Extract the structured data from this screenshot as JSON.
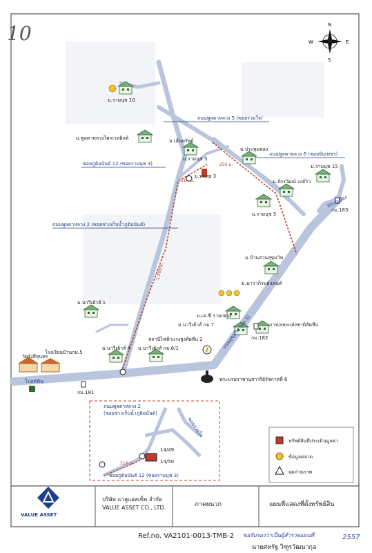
{
  "handwritten_mark": "10",
  "compass": {
    "n": "N",
    "s": "S",
    "e": "E",
    "w": "W"
  },
  "villages": {
    "rammanut10": "ม.รามนุช 10",
    "phuddaluang_hill": "ม.พูลตาหลวงไพรเวทฮิลล์",
    "sethasiri": "ม.เส้นทรัพย์",
    "rammanut3": "ม.รามนุช 3",
    "phutthasa3": "ม.พฤทุธ 3",
    "pratumthong": "ม.ประทุมทอง",
    "rammanut15": "ม.รามนุช 15",
    "chakrawan": "ม.จักรวัฒน์ เบย์วิว",
    "rammanut5": "ม.รามนุช 5",
    "baansuan": "ม.บ้านสวนสุขุมวิท",
    "nawanich": "ม.นาวาภิรมย์แลนด์",
    "navy1": "ม.นาวีเฮ้าส์ 1",
    "kesiri": "ม.เค.ซี.รามเซอง",
    "navy7": "ม.นาวีเฮ้าส์ กม.7",
    "navy4": "ม.นาวีเฮ้าส์ 4",
    "navy_km6": "ม.นาวีเฮ้าส์ กม.6/1",
    "wat": "วัดรังสีสุนทร",
    "school": "โรงเรียนบ้านกม.5"
  },
  "roads": {
    "r5": "ถนนพูลตาหลวง 5 (ซอยร่วมใจ)",
    "r6": "ถนนพูลตาหลวง 6 (ซอยจินเพชร)",
    "r12": "ซอยภูติอนันต์ 12 (ซอยรามนุช 3)",
    "r2": "ถนนพูลตาหลวง 2 (ซอยช่างเก็บน้ำภูติอนันต์)",
    "sukhumvit": "ถนนสุขุมวิท (ทล.3)",
    "pradoo": "ประตูเมือง",
    "post": "โปสต์ฟัน"
  },
  "landmarks": {
    "km183": "กม.183",
    "km182": "กม.182",
    "km181": "กม.181",
    "tourism": "การเคหะแห่งชาติสัตหีบ",
    "substation": "สถานีไฟฟ้าแรงสูงสัตหีบ 2",
    "monument": "พระบรมราชานุสาวรีย์รัชกาลที่ 6"
  },
  "distances": {
    "d210": "210 ม.",
    "d250": "250 ม.",
    "d1500": "1,500 ม."
  },
  "inset": {
    "road_top": "ถนนพูลตาหลวง 2",
    "road_top_sub": "(ซอยช่างเก็บน้ำภูติอนันต์)",
    "road_right": "ซอยร่วมใจ",
    "road_bottom": "ซอยภูติอนันต์ 12 (ซอยรามนุช 3)",
    "dist": "210 ม.",
    "plot_a": "14/49",
    "plot_b": "14/50"
  },
  "legend": {
    "property": "ทรัพย์สินที่ประเมินมูลค่า",
    "market": "ข้อมูลตลาด",
    "photo": "จุดถ่ายภาพ"
  },
  "title_block": {
    "company_th": "บริษัท แวลูแอสเซ็ท จำกัด",
    "company_en": "VALUE ASSET CO., LTD.",
    "logo_text": "VALUE ASSET",
    "region": "ภาคผนวก",
    "map_title": "แผนที่แสดงที่ตั้งทรัพย์สิน"
  },
  "ref": "Ref.no. VA2101-0013-TMB-2",
  "signature_note": "ขอรับรองว่าเป็นผู้สำรวจแผนที่",
  "signer": "นายศหรัฐ  วิฑูรวัฒนากุล",
  "year": "2557",
  "colors": {
    "road": "#b9c4dd",
    "accent": "#1f3d8a",
    "route": "#c0392b",
    "frame": "#555"
  }
}
